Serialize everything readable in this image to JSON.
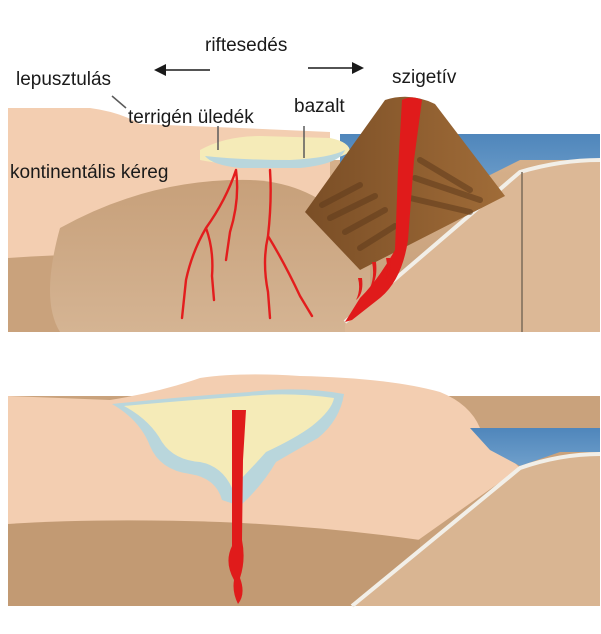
{
  "labels": {
    "rifting": "riftesedés",
    "erosion": "lepusztulás",
    "sediment": "terrigén üledék",
    "basalt": "bazalt",
    "island_arc": "szigetív",
    "continental_crust": "kontinentális kéreg"
  },
  "colors": {
    "crust_light": "#f3ceb1",
    "crust_dark": "#c9a27c",
    "ocean": "#5b8fc0",
    "sediment": "#f5ebb8",
    "basalt_blue": "#b9d6dc",
    "magma": "#e01b1b",
    "volcano": "#8a5a2c"
  }
}
